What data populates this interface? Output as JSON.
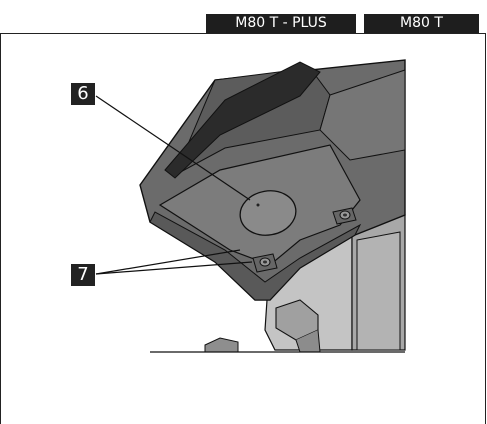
{
  "header": {
    "tab_plus": "M80 T - PLUS",
    "tab_standard": "M80 T"
  },
  "callouts": {
    "label_6": "6",
    "label_7": "7"
  },
  "colors": {
    "body_dark": "#5a5a5a",
    "body_mid": "#7a7a7a",
    "screen": "#2b2b2b",
    "stand_light": "#bdbdbd",
    "line": "#111111"
  }
}
